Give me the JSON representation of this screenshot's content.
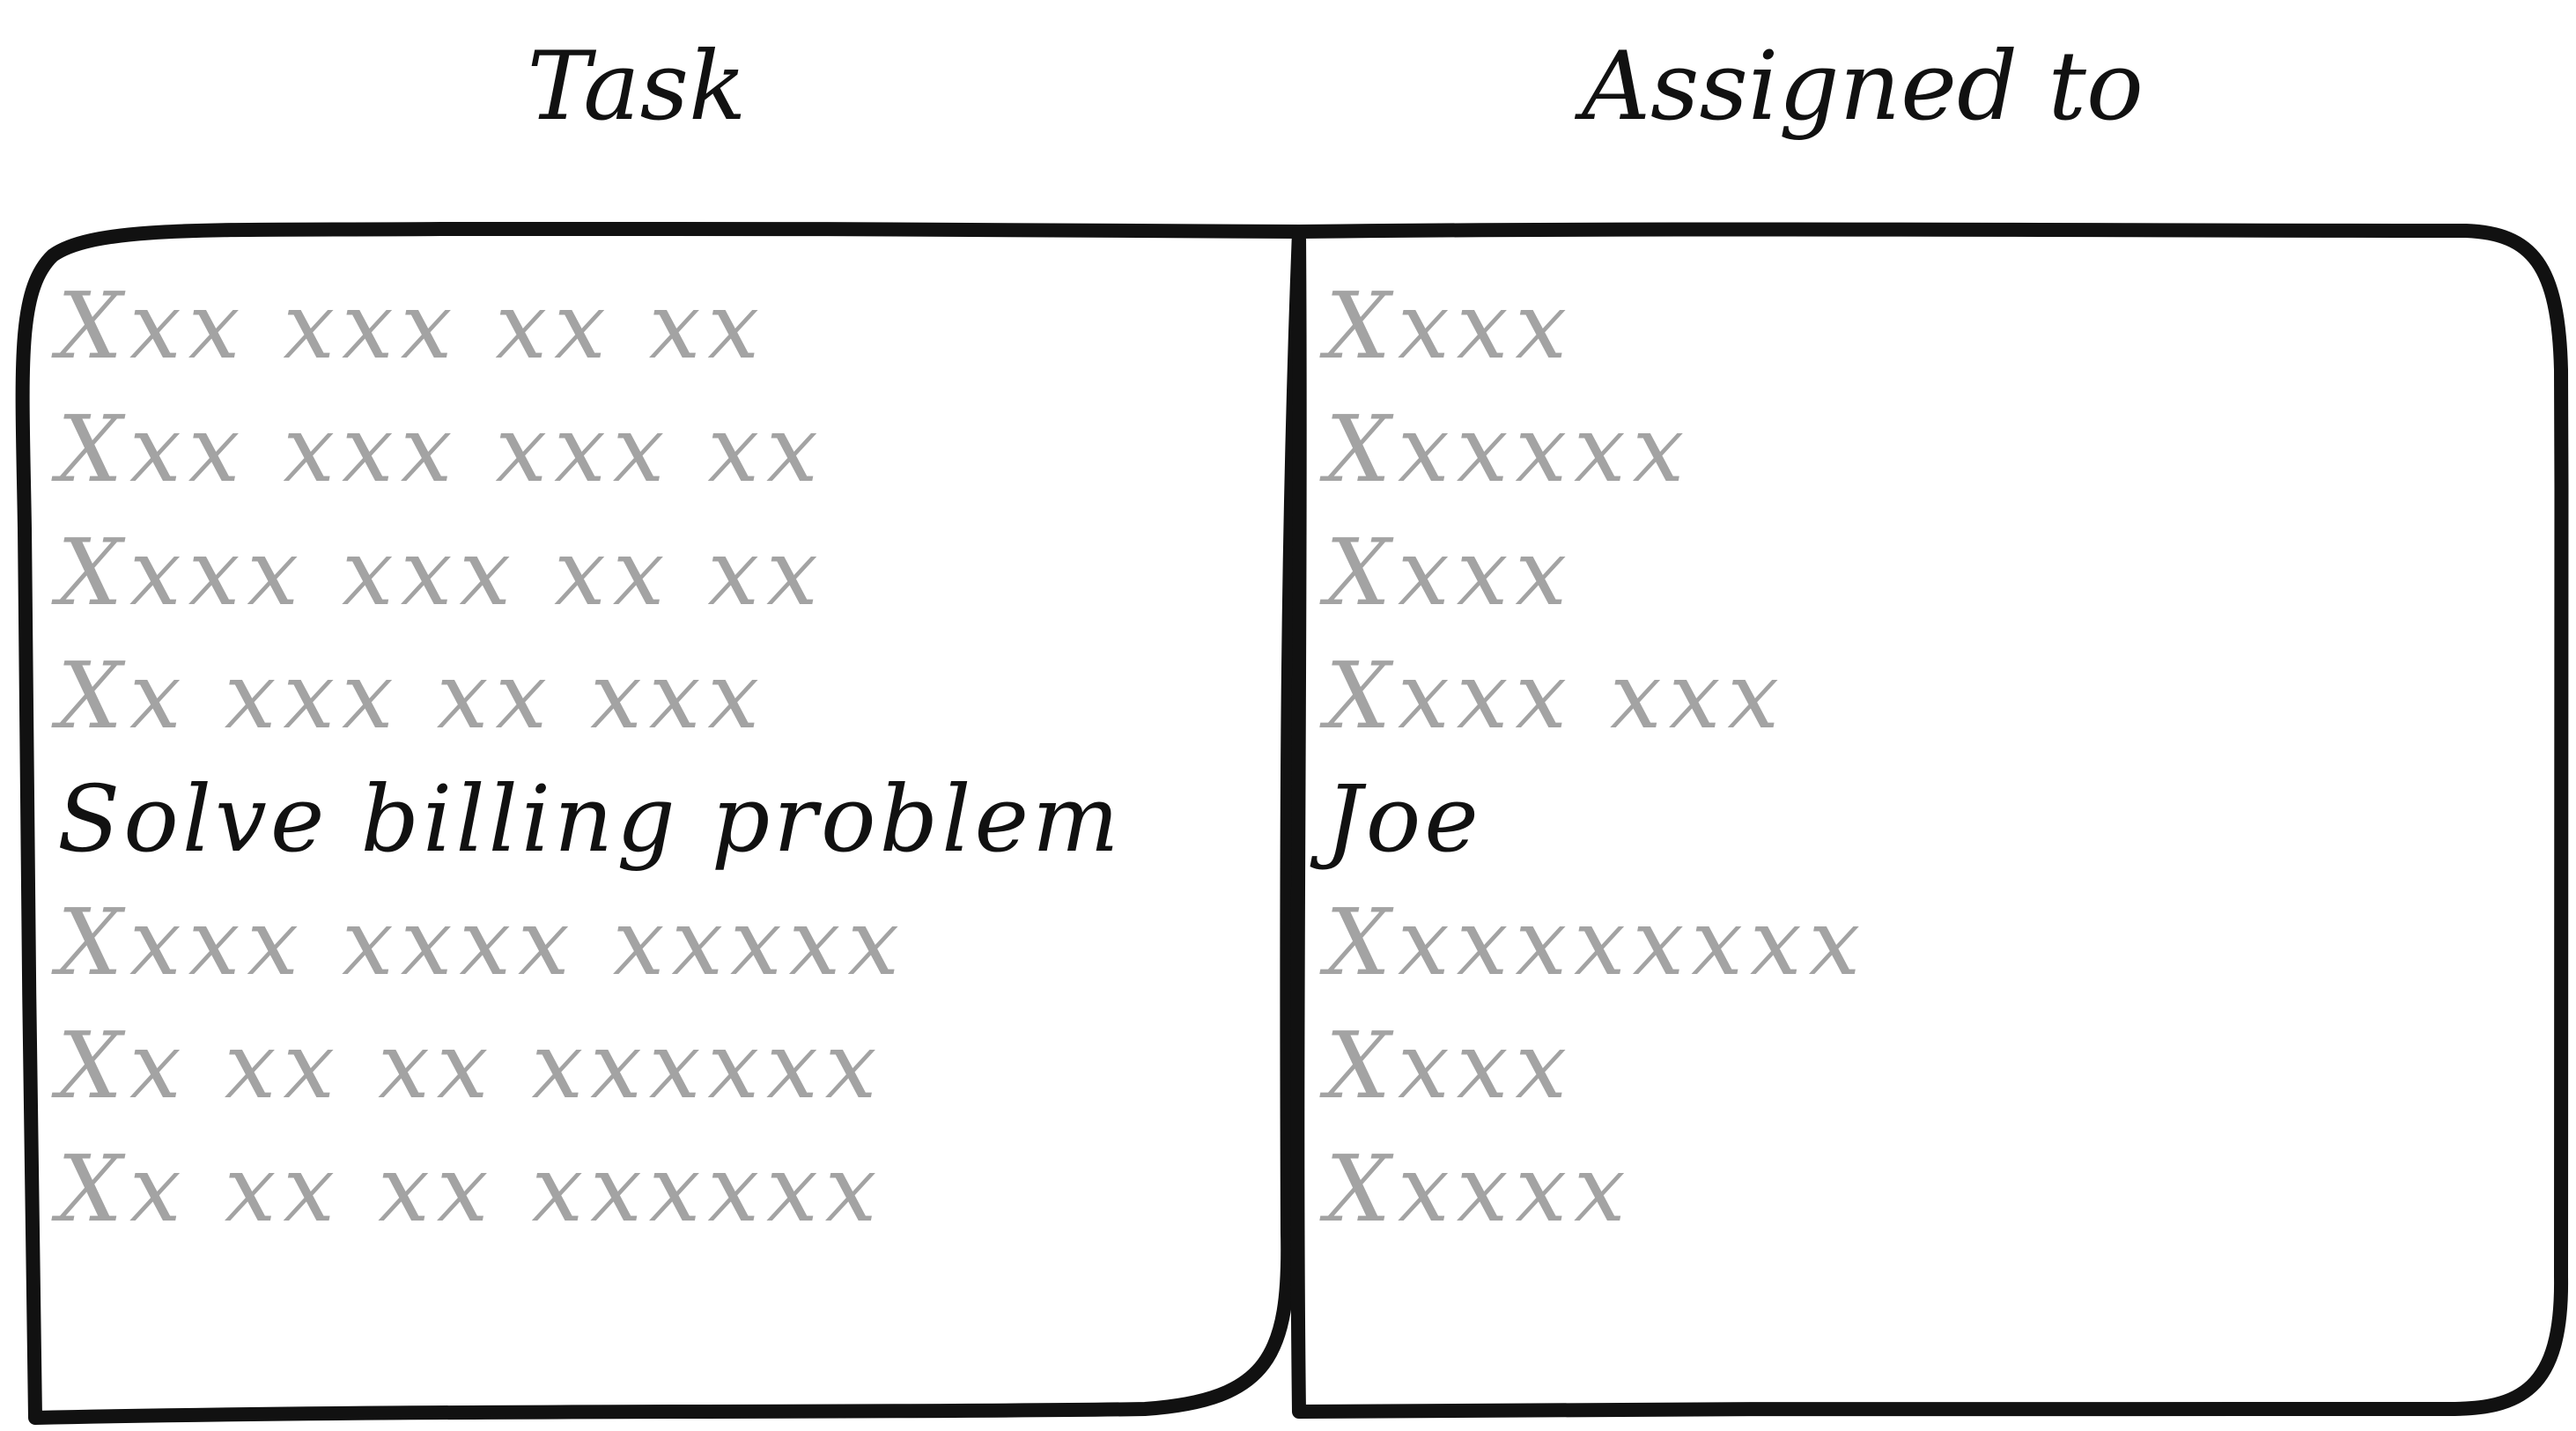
{
  "headers": {
    "task": "Task",
    "assigned_to": "Assigned to"
  },
  "tasks": [
    "Xxx xxx xx xx",
    "Xxx xxx xxx xx",
    "Xxxx xxx xx xx",
    "Xx xxx xx xxx",
    "Solve billing problem",
    "Xxxx xxxx  xxxxx",
    "Xx xx xx xxxxxx",
    "Xx xx xx xxxxxx"
  ],
  "assignees": [
    "Xxxx",
    "Xxxxxx",
    "Xxxx",
    "Xxxx xxx",
    "Joe",
    "Xxxxxxxxx",
    "Xxxx",
    "Xxxxx"
  ],
  "highlight_row": 4,
  "colors": {
    "stroke": "#111111",
    "placeholder_text": "#a3a3a3",
    "highlight_text": "#111111"
  }
}
